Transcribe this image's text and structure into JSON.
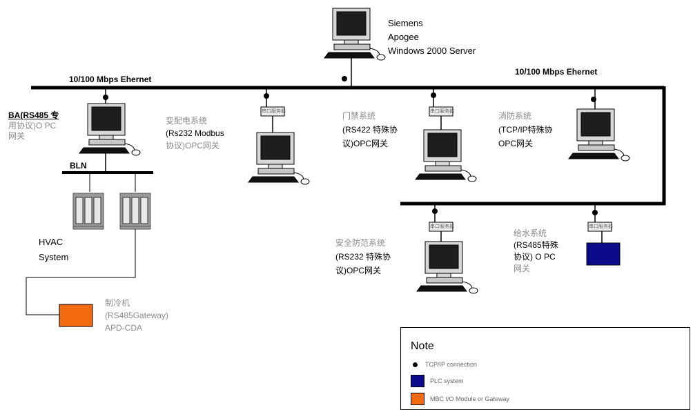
{
  "colors": {
    "line": "#000000",
    "monitor_body": "#d8d8d8",
    "screen": "#1e1e1e",
    "plc_blue": "#0a0a8a",
    "gateway_orange": "#f26a10",
    "label_grey": "#8a8a8a",
    "panel": "#8a8a8a"
  },
  "networks": {
    "ethernet_left": "10/100 Mbps  Ehernet",
    "ethernet_right": "10/100 Mbps  Ehernet",
    "bln": "BLN"
  },
  "server": {
    "lines": [
      "Siemens",
      "Apogee",
      "Windows 2000 Server"
    ]
  },
  "nodes": {
    "ba": {
      "lines": [
        "BA(RS485 专",
        "用协议)O PC",
        "网关"
      ]
    },
    "power": {
      "lines": [
        "变配电系统",
        "(Rs232 Modbus",
        "协议)OPC网关"
      ]
    },
    "door": {
      "lines": [
        "门禁系统",
        "(RS422 特殊协",
        "议)OPC网关"
      ]
    },
    "fire": {
      "lines": [
        "消防系统",
        "(TCP/IP特殊协",
        "OPC网关"
      ]
    },
    "security": {
      "lines": [
        "安全防范系统",
        "(RS232 特殊协",
        "议)OPC网关"
      ]
    },
    "water": {
      "lines": [
        "给水系统",
        "(RS485特殊",
        "协议) O PC",
        "网关"
      ]
    },
    "hvac": {
      "lines": [
        "HVAC",
        "System"
      ]
    },
    "chiller": {
      "lines": [
        "制冷机",
        "(RS485Gateway)",
        "APD-CDA"
      ]
    }
  },
  "converter_label": "串口服务器",
  "legend": {
    "title": "Note",
    "items": [
      {
        "icon": "dot",
        "label": "TCP/IP connection"
      },
      {
        "icon": "blue-square",
        "label": "PLC system"
      },
      {
        "icon": "orange-square",
        "label": "MBC I/O Module or Gateway"
      }
    ]
  }
}
